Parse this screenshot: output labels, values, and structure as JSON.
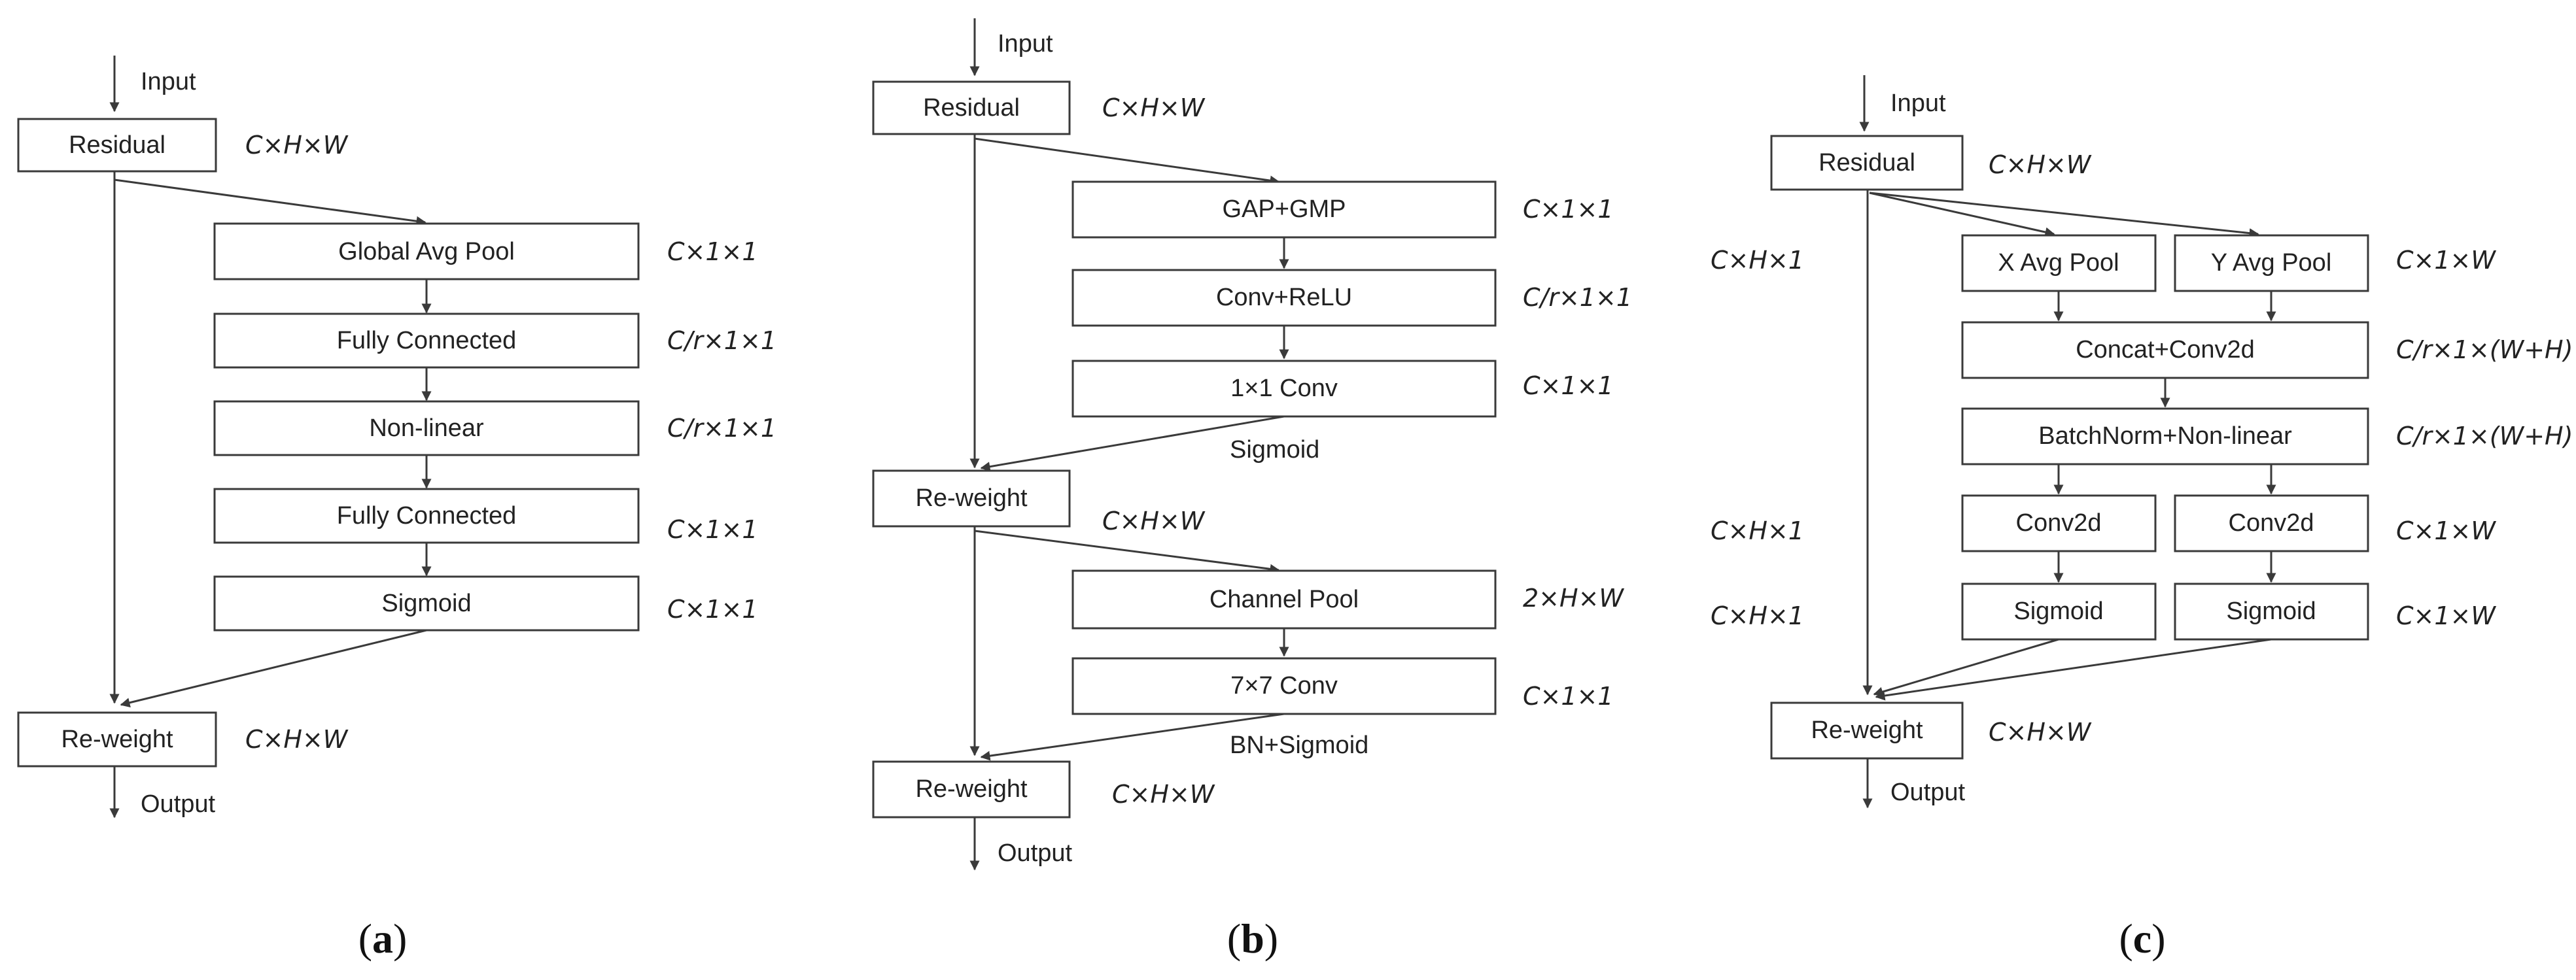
{
  "panels": [
    {
      "id": "a",
      "caption_open": "(",
      "caption_letter": "a",
      "caption_close": ")",
      "input_label": "Input",
      "output_label": "Output",
      "nodes": {
        "residual": "Residual",
        "gap": "Global Avg Pool",
        "fc1": "Fully Connected",
        "nonlinear": "Non-linear",
        "fc2": "Fully Connected",
        "sigmoid": "Sigmoid",
        "reweight": "Re-weight"
      },
      "dims": {
        "residual": "C×H×W",
        "gap": "C×1×1",
        "fc1": "C/r×1×1",
        "nonlinear": "C/r×1×1",
        "fc2": "C×1×1",
        "sigmoid": "C×1×1",
        "reweight": "C×H×W"
      }
    },
    {
      "id": "b",
      "caption_open": "(",
      "caption_letter": "b",
      "caption_close": ")",
      "input_label": "Input",
      "output_label": "Output",
      "nodes": {
        "residual": "Residual",
        "gapgmp": "GAP+GMP",
        "convrelu": "Conv+ReLU",
        "conv1x1": "1×1 Conv",
        "reweight1": "Re-weight",
        "chpool": "Channel Pool",
        "conv7x7": "7×7 Conv",
        "reweight2": "Re-weight"
      },
      "edge_labels": {
        "sigmoid": "Sigmoid",
        "bn_sigmoid": "BN+Sigmoid"
      },
      "dims": {
        "residual": "C×H×W",
        "gapgmp": "C×1×1",
        "convrelu": "C/r×1×1",
        "conv1x1": "C×1×1",
        "reweight1": "C×H×W",
        "chpool": "2×H×W",
        "conv7x7": "C×1×1",
        "reweight2": "C×H×W"
      }
    },
    {
      "id": "c",
      "caption_open": "(",
      "caption_letter": "c",
      "caption_close": ")",
      "input_label": "Input",
      "output_label": "Output",
      "nodes": {
        "residual": "Residual",
        "xpool": "X Avg Pool",
        "ypool": "Y Avg Pool",
        "concat": "Concat+Conv2d",
        "bn": "BatchNorm+Non-linear",
        "conv_left": "Conv2d",
        "conv_right": "Conv2d",
        "sig_left": "Sigmoid",
        "sig_right": "Sigmoid",
        "reweight": "Re-weight"
      },
      "dims": {
        "residual": "C×H×W",
        "xpool": "C×H×1",
        "ypool": "C×1×W",
        "concat": "C/r×1×(W+H)",
        "bn": "C/r×1×(W+H)",
        "conv_left": "C×H×1",
        "conv_right": "C×1×W",
        "sig_left": "C×H×1",
        "sig_right": "C×1×W",
        "reweight": "C×H×W"
      }
    }
  ]
}
